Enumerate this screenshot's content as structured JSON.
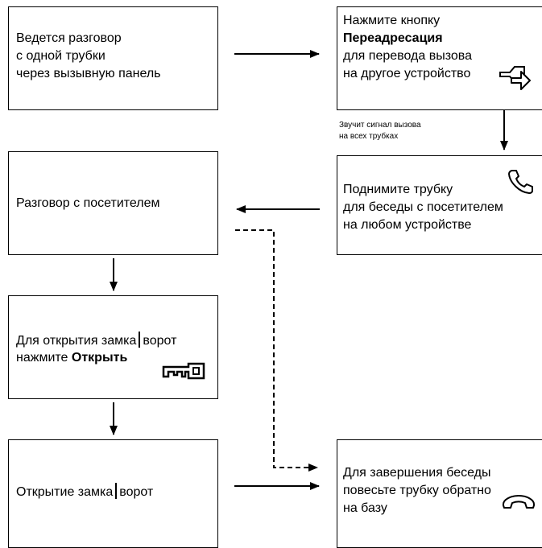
{
  "blocks": {
    "b1": {
      "lines": [
        "Ведется разговор",
        "с одной трубки",
        "через вызывную панель"
      ]
    },
    "b2": {
      "line1": "Нажмите кнопку",
      "bold": "Переадресация",
      "line3": "для перевода вызова",
      "line4": "на другое устройство"
    },
    "b3": {
      "text": "Разговор с посетителем"
    },
    "b4": {
      "lines": [
        "Поднимите трубку",
        "для беседы с посетителем",
        "на любом устройстве"
      ]
    },
    "b5": {
      "line1": "Для открытия замка",
      "line1b": "ворот",
      "line2_prefix": "нажмите ",
      "line2_bold": "Открыть"
    },
    "b6": {
      "text_a": "Открытие замка",
      "text_b": "ворот"
    },
    "b7": {
      "lines": [
        "Для завершения беседы",
        "повесьте трубку обратно",
        "на базу"
      ]
    }
  },
  "note": {
    "lines": [
      "Звучит сигнал вызова",
      "на всех трубках"
    ]
  },
  "icons": {
    "redirect": "redirect-icon",
    "phone": "phone-handset-icon",
    "key": "key-icon",
    "hangup": "hang-up-icon"
  }
}
